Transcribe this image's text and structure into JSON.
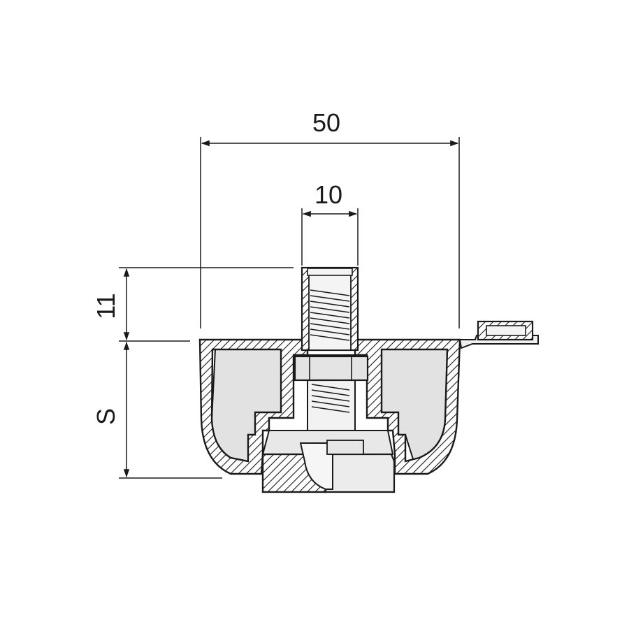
{
  "dimensions": {
    "overall_width": "50",
    "stud_diameter": "10",
    "stud_height": "11",
    "body_height": "S"
  },
  "colors": {
    "line": "#1a1a1a",
    "shade": "#dcdcdc",
    "background": "#ffffff"
  }
}
